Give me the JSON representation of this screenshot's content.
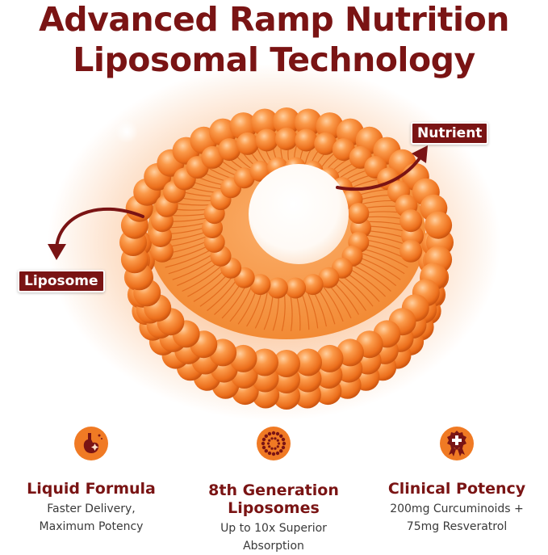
{
  "header": {
    "title_line1": "Advanced Ramp Nutrition",
    "title_line2": "Liposomal Technology"
  },
  "diagram": {
    "nutrient_label": "Nutrient",
    "liposome_label": "Liposome",
    "sphere_color": "#f07a24",
    "label_color": "#7a1414"
  },
  "features": [
    {
      "icon": "stomach-icon",
      "title": "Liquid Formula",
      "subtitle_line1": "Faster Delivery,",
      "subtitle_line2": "Maximum Potency"
    },
    {
      "icon": "liposome-icon",
      "title_line1": "8th Generation",
      "title_line2": "Liposomes",
      "subtitle_line1": "Up to 10x Superior",
      "subtitle_line2": "Absorption"
    },
    {
      "icon": "award-badge-icon",
      "title": "Clinical Potency",
      "subtitle_line1": "200mg Curcuminoids +",
      "subtitle_line2": "75mg Resveratrol"
    }
  ]
}
